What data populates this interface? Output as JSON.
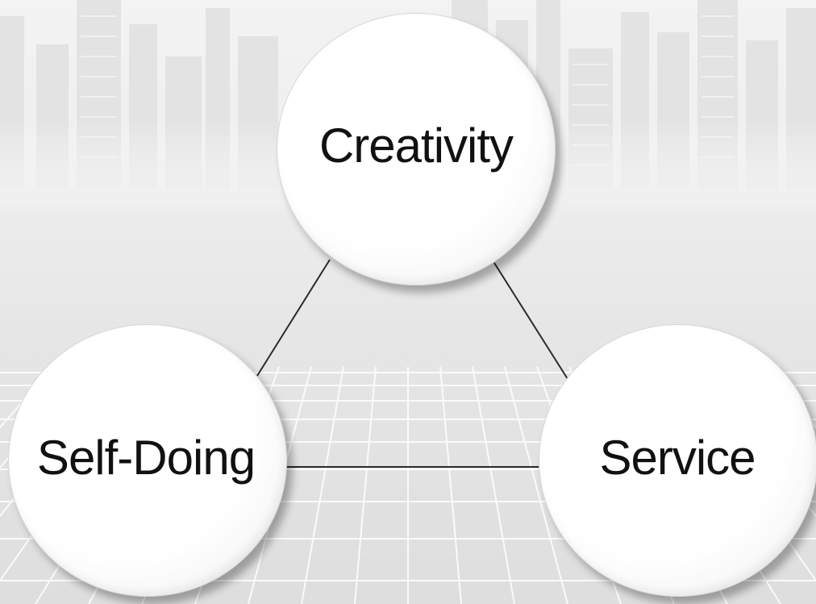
{
  "diagram": {
    "nodes": [
      {
        "id": "creativity",
        "label": "Creativity"
      },
      {
        "id": "self-doing",
        "label": "Self-Doing"
      },
      {
        "id": "service",
        "label": "Service"
      }
    ],
    "edges": [
      {
        "from": "creativity",
        "to": "self-doing"
      },
      {
        "from": "creativity",
        "to": "service"
      },
      {
        "from": "self-doing",
        "to": "service"
      }
    ]
  }
}
